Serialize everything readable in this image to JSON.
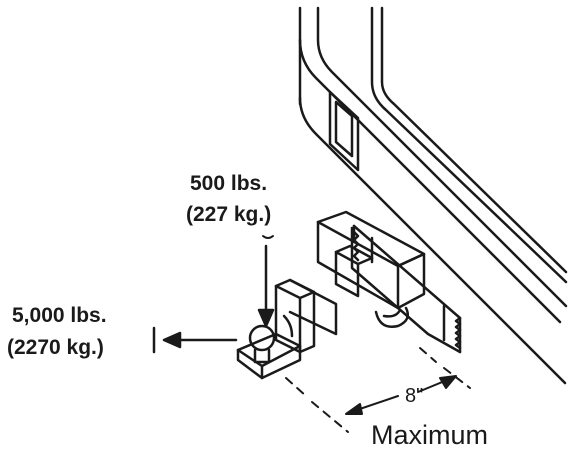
{
  "labels": {
    "vertical_load_lbs": "500 lbs.",
    "vertical_load_kg": "(227 kg.)",
    "horizontal_load_lbs": "5,000 lbs.",
    "horizontal_load_kg": "(2270 kg.)",
    "distance": "8\"",
    "distance_caption": "Maximum"
  },
  "colors": {
    "line": "#1a1a1a",
    "background": "#ffffff"
  }
}
